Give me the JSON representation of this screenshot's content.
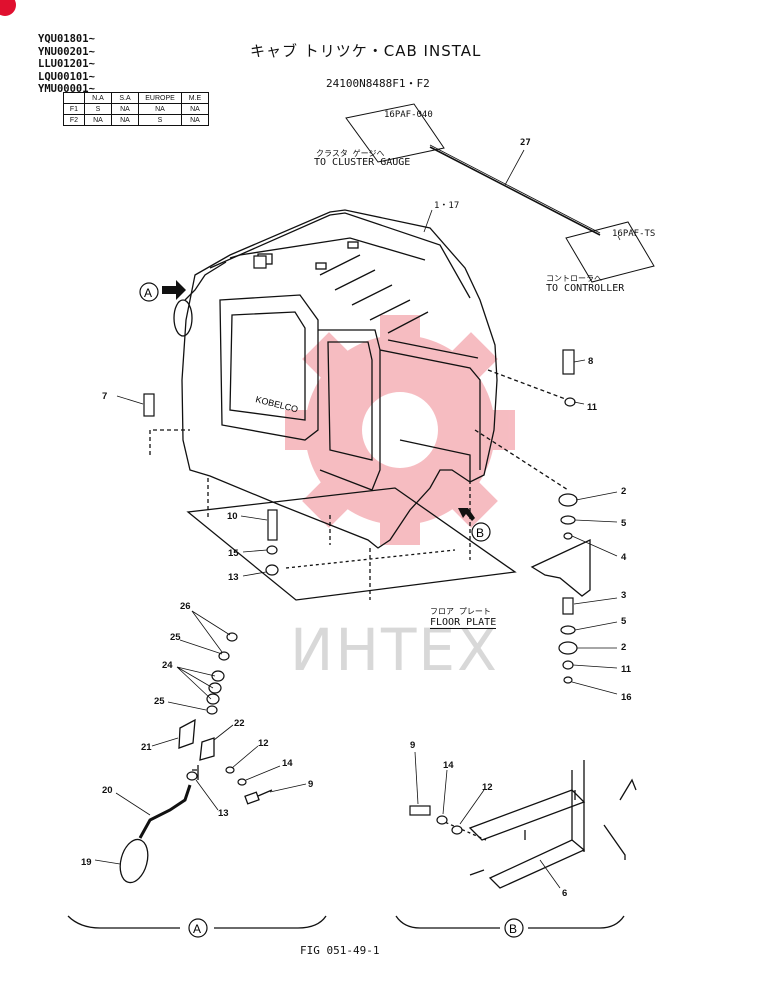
{
  "serials": [
    "YQU01801~",
    "YNU00201~",
    "LLU01201~",
    "LQU00101~",
    "YMU00001~"
  ],
  "title": "キャブ トリツケ・CAB INSTAL",
  "part_number": "24100N8488F1・F2",
  "spec_table": {
    "headers": [
      "",
      "N.A",
      "S.A",
      "EUROPE",
      "M.E"
    ],
    "rows": [
      [
        "F1",
        "S",
        "NA",
        "NA",
        "NA"
      ],
      [
        "F2",
        "NA",
        "NA",
        "S",
        "NA"
      ]
    ]
  },
  "labels": {
    "connector_top": "16PAF-040",
    "cluster_jp": "クラスタ ゲージへ",
    "cluster_en": "TO CLUSTER GAUGE",
    "cab": "1・17",
    "harness": "27",
    "connector_right": "16PAF-TS",
    "controller_jp": "コントローラへ",
    "controller_en": "TO CONTROLLER",
    "floor_jp": "フロア プレート",
    "floor_en": "FLOOR PLATE",
    "view_a": "A",
    "view_b": "B",
    "figure": "FIG 051-49-1",
    "brand_on_cab": "KOBELCO",
    "watermark": "ИНТЕХ"
  },
  "callouts": {
    "n7": "7",
    "n8": "8",
    "n11a": "11",
    "n2a": "2",
    "n5a": "5",
    "n4": "4",
    "n3": "3",
    "n5b": "5",
    "n2b": "2",
    "n11b": "11",
    "n16": "16",
    "n10": "10",
    "n15": "15",
    "n13a": "13",
    "n26": "26",
    "n25a": "25",
    "n24": "24",
    "n25b": "25",
    "n22": "22",
    "n21": "21",
    "n12a": "12",
    "n14a": "14",
    "n9a": "9",
    "n13b": "13",
    "n20": "20",
    "n19": "19",
    "n9b": "9",
    "n14b": "14",
    "n12b": "12",
    "n6": "6"
  },
  "colors": {
    "ink": "#111111",
    "watermark": "#f4a6ad",
    "brand_dot": "#e0102f"
  }
}
